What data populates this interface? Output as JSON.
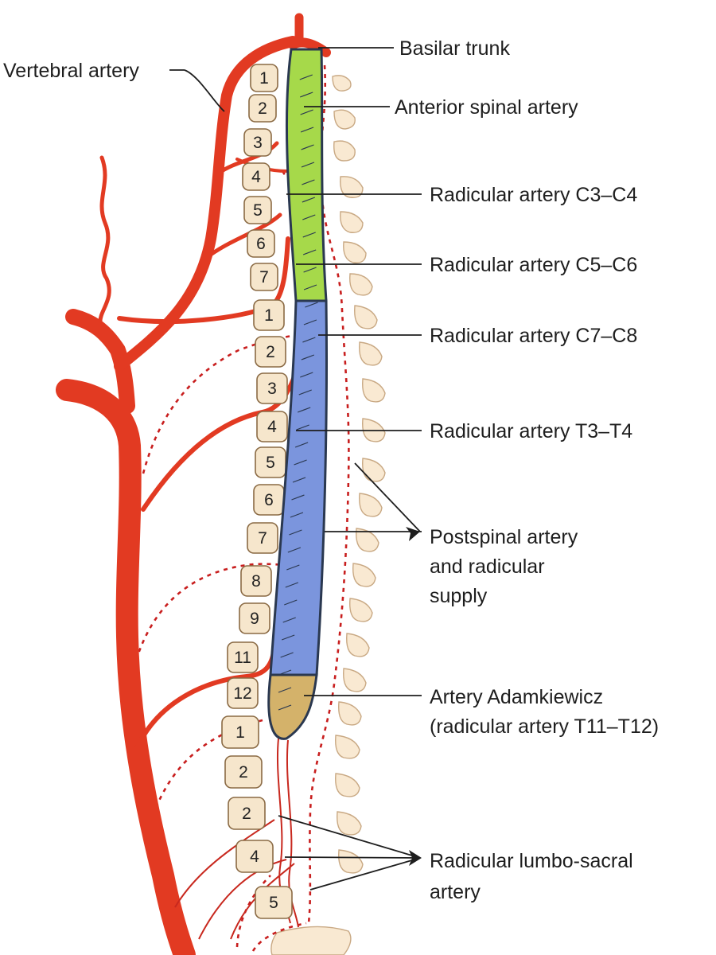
{
  "labels": {
    "vertebral_artery": "Vertebral artery",
    "basilar_trunk": "Basilar trunk",
    "anterior_spinal_artery": "Anterior spinal artery",
    "radicular_c3_c4": "Radicular artery C3–C4",
    "radicular_c5_c6": "Radicular artery C5–C6",
    "radicular_c7_c8": "Radicular artery C7–C8",
    "radicular_t3_t4": "Radicular artery T3–T4",
    "postspinal_line1": "Postspinal artery",
    "postspinal_line2": "and radicular",
    "postspinal_line3": "supply",
    "adamkiewicz_line1": "Artery Adamkiewicz",
    "adamkiewicz_line2": "(radicular artery T11–T12)",
    "lumbosacral_line1": "Radicular lumbo-sacral",
    "lumbosacral_line2": "artery"
  },
  "vertebrae": {
    "cervical": [
      "1",
      "2",
      "3",
      "4",
      "5",
      "6",
      "7"
    ],
    "thoracic": [
      "1",
      "2",
      "3",
      "4",
      "5",
      "6",
      "7",
      "8",
      "9",
      "11",
      "12"
    ],
    "lumbar": [
      "1",
      "2",
      "2",
      "4",
      "5"
    ]
  },
  "colors": {
    "artery": "#e23a22",
    "cervical_cord": "#a6d94a",
    "thoracic_cord": "#7b95dd",
    "lumbar_cord": "#d4b26a",
    "vertebra": "#f6e6cc"
  }
}
